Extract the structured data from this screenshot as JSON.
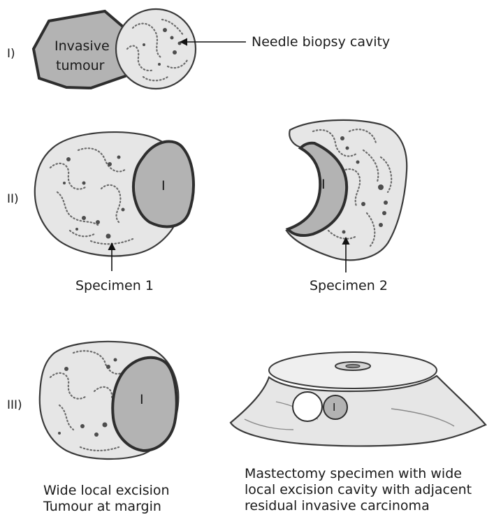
{
  "rows": {
    "row1": "I)",
    "row2": "II)",
    "row3": "III)"
  },
  "labels": {
    "invasive_tumour_line1": "Invasive",
    "invasive_tumour_line2": "tumour",
    "needle_biopsy_cavity": "Needle biopsy cavity",
    "specimen1": "Specimen 1",
    "specimen2": "Specimen 2",
    "tumour_mark": "I",
    "wle_line1": "Wide local excision",
    "wle_line2": "Tumour at margin",
    "mast_line1": "Mastectomy specimen with wide",
    "mast_line2": "local excision cavity with  adjacent",
    "mast_line3": "residual invasive carcinoma"
  }
}
